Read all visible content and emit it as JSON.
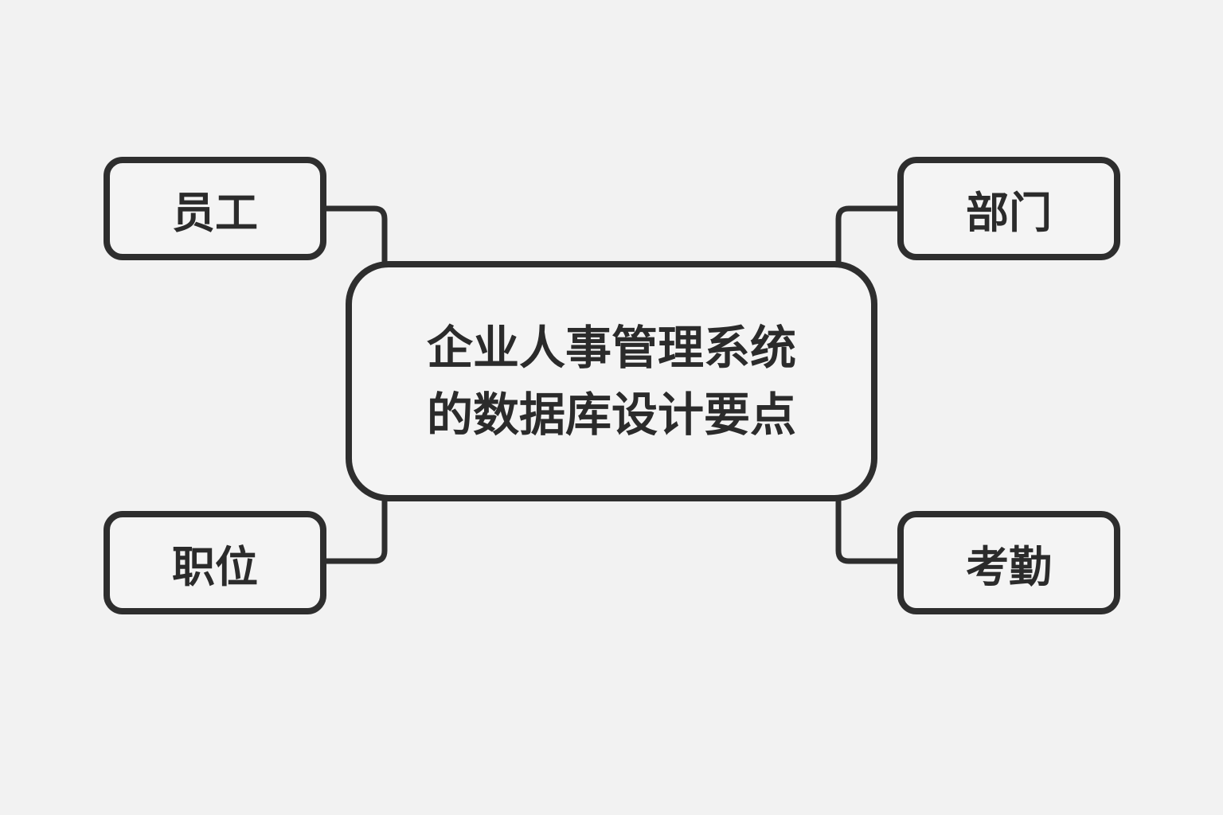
{
  "center": {
    "line1": "企业人事管理系统",
    "line2": "的数据库设计要点"
  },
  "nodes": {
    "top_left": "员工",
    "top_right": "部门",
    "bottom_left": "职位",
    "bottom_right": "考勤"
  },
  "colors": {
    "stroke": "#2e2e2e",
    "background": "#f2f2f2"
  }
}
